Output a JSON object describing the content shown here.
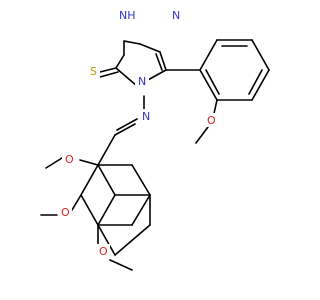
{
  "molecule": {
    "atom_labels": {
      "nh": "NH",
      "n_ring_top": "N",
      "n_ring_center": "N",
      "n_imine": "N",
      "s": "S",
      "o_methoxy_right": "O",
      "o_methoxy_1": "O",
      "o_methoxy_2": "O",
      "o_methoxy_3": "O"
    },
    "colors": {
      "bond": "#000000",
      "nitrogen": "#3333cc",
      "oxygen": "#dd2222",
      "sulfur": "#b8a000"
    }
  }
}
